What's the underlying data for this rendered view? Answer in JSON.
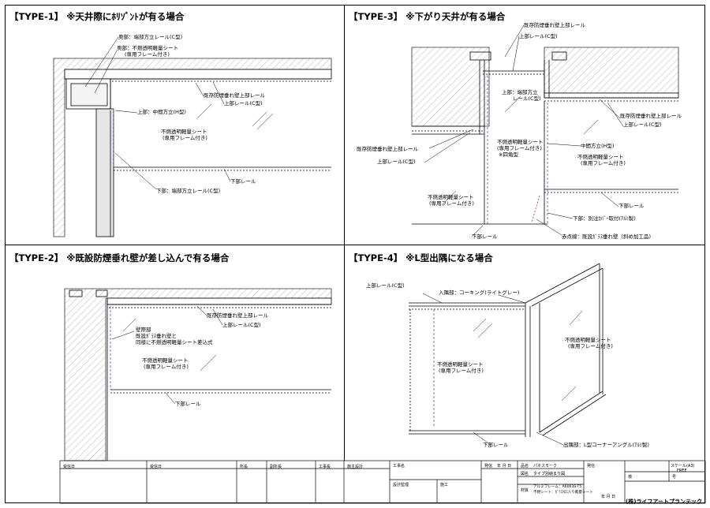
{
  "panels": {
    "type1": {
      "title": "【TYPE-1】 ※天井際にﾎﾘｿﾞﾝﾄが有る場合",
      "labels": {
        "back_stud": "奥部：端部方立レール(C型)",
        "back_sheet_1": "奥部：不燃透明軽量シート",
        "back_sheet_2": "(専用フレーム付き)",
        "existing_rail": "既存防煙垂れ壁上部レール",
        "upper_rail": "上部レール(C型)",
        "upper_mid": "上部：中間方立(H型)",
        "sheet_1": "不燃透明軽量シート",
        "sheet_2": "(専用フレーム付き)",
        "lower_rail": "下部レール",
        "lower_stud": "下部：端部方立レール(C型)"
      }
    },
    "type3": {
      "title": "【TYPE-3】 ※下がり天井が有る場合",
      "labels": {
        "existing_top": "既存防煙垂れ壁上部レール",
        "upper_rail_top": "上部レール(C型)",
        "upper_end_1": "上部：端部方立",
        "upper_end_2": "レール(C型)",
        "existing_right": "既存防煙垂れ壁上部レール",
        "upper_rail_right": "上部レール(C型)",
        "sheet_1": "不燃透明軽量シート",
        "sheet_2": "(専用フレーム付き)",
        "sheet_3": "※四角型",
        "existing_left": "既存防煙垂れ壁上部レール",
        "upper_rail_left": "上部レール(C型)",
        "mid_stud": "中間方立(H型)",
        "sheet_r1": "不燃透明軽量シート",
        "sheet_r2": "(専用フレーム付き)",
        "sheet_l1": "不燃透明軽量シート",
        "sheet_l2": "(専用フレーム付き)",
        "lower_rail_r": "下部レール",
        "cover": "下部：別注ｶﾊﾞｰ取付(ｱﾙﾐ製)",
        "lower_rail_b": "下部レール",
        "red_line": "赤点線：既設ｶﾞﾗｽ垂れ壁（斜め加工品)"
      }
    },
    "type2": {
      "title": "【TYPE-2】 ※既設防煙垂れ壁が差し込んで有る場合",
      "labels": {
        "existing_rail": "既存防煙垂れ壁上部レール",
        "upper_rail": "上部レール(C型)",
        "wall_1": "壁際部",
        "wall_2": "既設ｶﾞﾗｽ垂れ壁と",
        "wall_3": "同様に不燃透明軽量シート差込式",
        "sheet_1": "不燃透明軽量シート",
        "sheet_2": "(専用フレーム付き)",
        "lower_rail": "下部レール"
      }
    },
    "type4": {
      "title": "【TYPE-4】 ※L型出隅になる場合",
      "labels": {
        "upper_rail": "上部レール(C型)",
        "corner_in": "入隅部：コーキング(ライトグレー)",
        "sheet_r1": "不燃透明軽量シート",
        "sheet_r2": "(専用フレーム付き)",
        "sheet_c1": "不燃透明軽量シート",
        "sheet_c2": "(専用フレーム付き)",
        "lower_rail": "下部レール",
        "corner_out": "出隅部：L型コーナーアングル(ｱﾙﾐ製)"
      }
    }
  },
  "title_block": {
    "received_1": "受信日",
    "received_2": "受信日",
    "dept_head": "所長",
    "deputy_head": "副所長",
    "construction_head": "工事長",
    "owner_design": "施主設計",
    "project_name": "工事名",
    "design_supervisor": "設計監理",
    "construction": "施工",
    "issued": "発信",
    "date_label": "年 月 日",
    "product_label": "品名",
    "product": "パネスモーク",
    "drawing_label": "図名",
    "drawing": "タイプ別納まり図",
    "material_label": "材質",
    "material_1": "アルミフレーム：A6063S-T5",
    "material_2": "不燃シート：ｶﾞﾗｽｸﾛｽ入り軽量シート",
    "issued_2": "発信",
    "date_2": "年 月 日",
    "scale_label": "スケール(A3)",
    "scale": "FREE",
    "check": "検",
    "page": "号",
    "company": "(株)ライフアートプランテック"
  }
}
